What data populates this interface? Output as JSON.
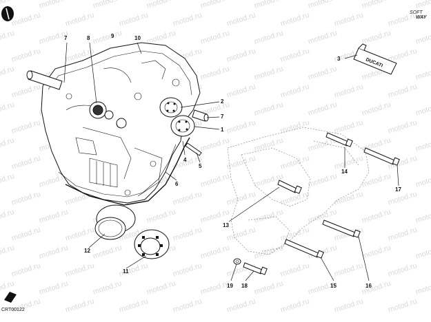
{
  "diagram": {
    "drawing_code": "CRT00122",
    "brand_line1": "SOFT",
    "brand_line2": "WAY",
    "tube_label": "DUCATI",
    "watermark": "motod.ru",
    "callouts": {
      "c1": "1",
      "c2": "2",
      "c3": "3",
      "c4": "4",
      "c5": "5",
      "c6": "6",
      "c7a": "7",
      "c7b": "7",
      "c8": "8",
      "c9": "9",
      "c10": "10",
      "c11": "11",
      "c12": "12",
      "c13": "13",
      "c14": "14",
      "c15": "15",
      "c16": "16",
      "c17": "17",
      "c18": "18",
      "c19": "19"
    }
  }
}
